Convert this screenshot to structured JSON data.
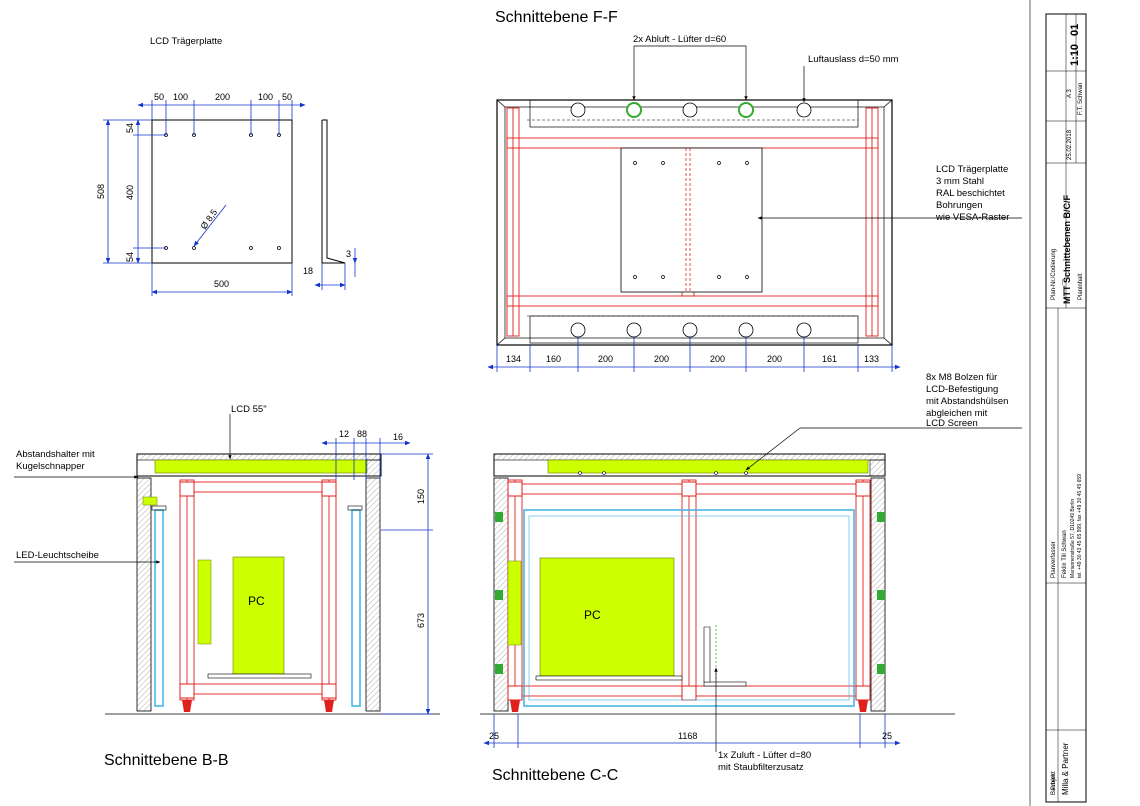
{
  "titles": {
    "ff": "Schnittebene F-F",
    "bb": "Schnittebene B-B",
    "cc": "Schnittebene C-C"
  },
  "lcd_plate": {
    "title": "LCD Trägerplatte",
    "dims_top": [
      "50",
      "100",
      "200",
      "100",
      "50"
    ],
    "dims_left": [
      "54",
      "400",
      "54"
    ],
    "dim_height": "508",
    "dim_width": "500",
    "hole": "Ø 8,5",
    "dim_thickness": "3",
    "dim_flange": "18"
  },
  "ff_view": {
    "label_abluft": "2x Abluft - Lüfter d=60",
    "label_luftauslass": "Luftauslass d=50 mm",
    "label_plate": [
      "LCD Trägerplatte",
      "3 mm Stahl",
      "RAL beschichtet",
      "Bohrungen",
      "wie VESA-Raster"
    ],
    "dims_bottom": [
      "134",
      "160",
      "200",
      "200",
      "200",
      "200",
      "161",
      "133"
    ]
  },
  "bb_view": {
    "label_lcd": "LCD 55\"",
    "label_abstand": [
      "Abstandshalter mit",
      "Kugelschnapper"
    ],
    "label_led": "LED-Leuchtscheibe",
    "dims_top": [
      "12",
      "88",
      "16"
    ],
    "dims_right": [
      "150",
      "673"
    ],
    "pc": "PC"
  },
  "cc_view": {
    "label_bolzen": [
      "8x M8 Bolzen für",
      "LCD-Befestigung",
      "mit Abstandshülsen",
      "abgleichen mit",
      "LCD Screen"
    ],
    "label_zuluft": [
      "1x Zuluft - Lüfter d=80",
      "mit Staubfilterzusatz"
    ],
    "dims_bottom": [
      "25",
      "1168",
      "25"
    ],
    "pc": "PC"
  },
  "title_block": {
    "scale": "1:10",
    "sheet": "01",
    "format": "A 3",
    "date": "25.02.2018",
    "drawn_by": "F.T. Schwan",
    "plan_title": "MTT Schnittebenen B/C/F",
    "plan_no_label": "Plan-Nr./Codierung",
    "planinhalt": "Planinhalt",
    "planverfasser": "Planverfasser",
    "office": [
      "Feklix Till Schwan",
      "Mariannenstraße 57, D10249 Berlin",
      "tel. +49 30 43 45 65 999, fax +49 30 45 45 659"
    ],
    "bauherr": "Bauherr",
    "client": "Milla & Partner",
    "projekt": "Projekt",
    "dashes": "---"
  },
  "colors": {
    "profile": "#e0201c",
    "accent": "#ccff00",
    "diffuser": "#3cb4e6",
    "fan": "#33aa33",
    "dim": "#1133cc"
  }
}
